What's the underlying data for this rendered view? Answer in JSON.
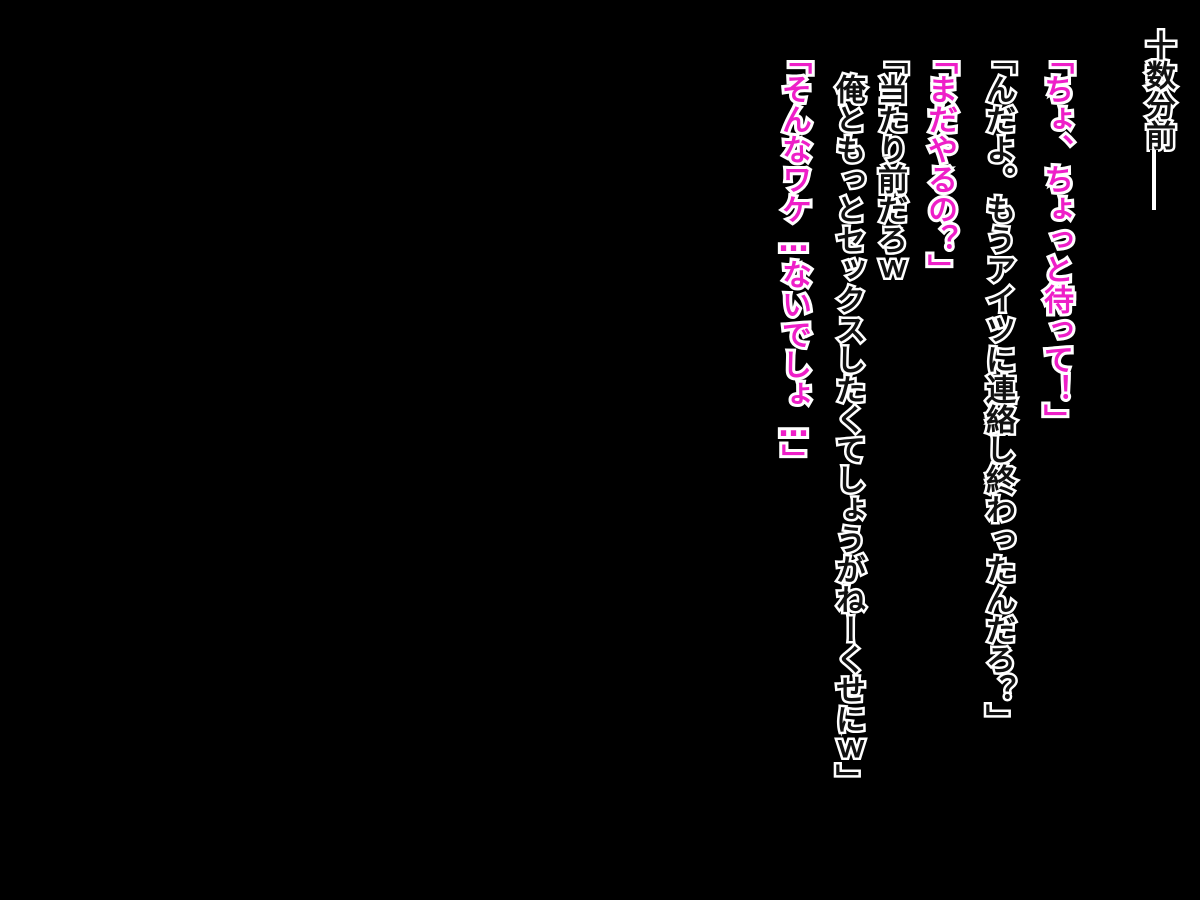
{
  "narration": {
    "time_label": "十数分前"
  },
  "dialogue": [
    {
      "speaker_style": "pink",
      "text": "「ちょ、ちょっと待って！」"
    },
    {
      "speaker_style": "white",
      "text": "「んだよ。もうアイツに連絡し終わったんだろ？」"
    },
    {
      "speaker_style": "pink",
      "text": "「まだやるの？」"
    },
    {
      "speaker_style": "white",
      "text": "「当たり前だろｗ"
    },
    {
      "speaker_style": "white",
      "text": "俺ともっとセックスしたくてしょうがねーくせにｗ」"
    },
    {
      "speaker_style": "pink",
      "text": "「そんなワケ…ないでしょ…」"
    }
  ],
  "colors": {
    "background": "#000000",
    "pink_text": "#ee1ec8",
    "white_outline": "#ffffff"
  }
}
